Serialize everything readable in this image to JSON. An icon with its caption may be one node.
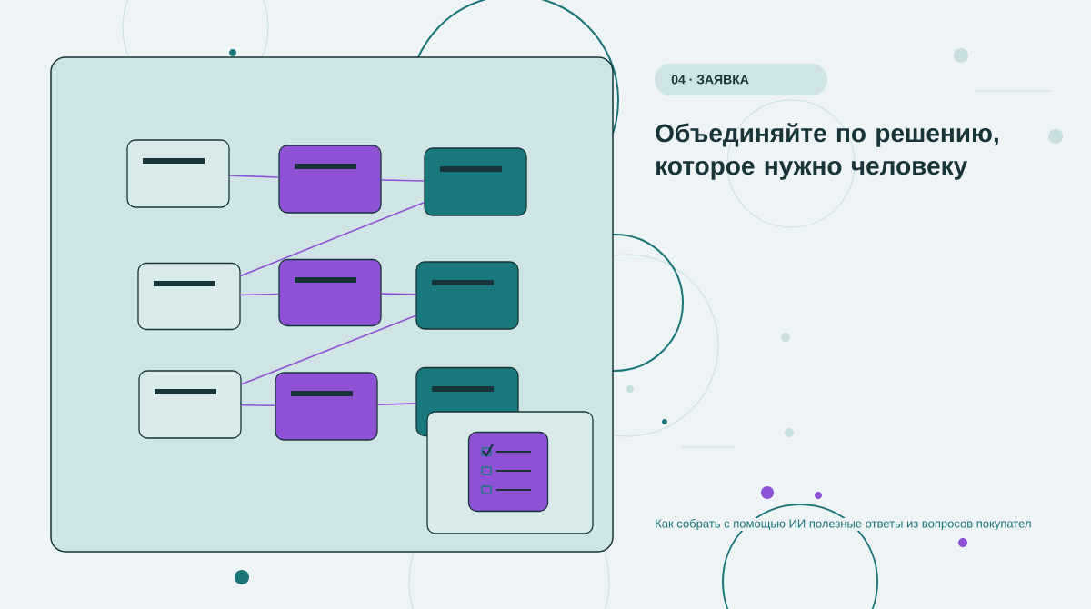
{
  "diagram": {
    "title": "Объединяйте по решению, которое нужно человеку",
    "nodes": [
      {
        "text": [],
        "shape": "box"
      },
      {
        "text": [],
        "shape": "box"
      },
      {
        "text": [],
        "shape": "box"
      },
      {
        "text": [],
        "shape": "box"
      },
      {
        "text": [],
        "shape": "box"
      },
      {
        "text": [],
        "shape": "box"
      },
      {
        "text": [],
        "shape": "box"
      },
      {
        "text": [],
        "shape": "box"
      },
      {
        "text": [],
        "shape": "box"
      },
      {
        "text": [],
        "shape": "box"
      },
      {
        "text": [],
        "shape": "box",
        "in": 9
      }
    ],
    "edges": [
      {
        "from": 0,
        "to": 1,
        "arrow": "none"
      },
      {
        "from": 1,
        "to": 2,
        "arrow": "none"
      },
      {
        "from": 3,
        "to": 2,
        "arrow": "none"
      },
      {
        "from": 3,
        "to": 4,
        "arrow": "none"
      },
      {
        "from": 4,
        "to": 5,
        "arrow": "none"
      },
      {
        "from": 6,
        "to": 5,
        "arrow": "none"
      },
      {
        "from": 6,
        "to": 7,
        "arrow": "none"
      },
      {
        "from": 7,
        "to": 8,
        "arrow": "none"
      }
    ],
    "labels": [
      "04 · ЗАЯВКА",
      "Как собрать с помощью ИИ полезные ответы из вопросов покупател"
    ]
  }
}
